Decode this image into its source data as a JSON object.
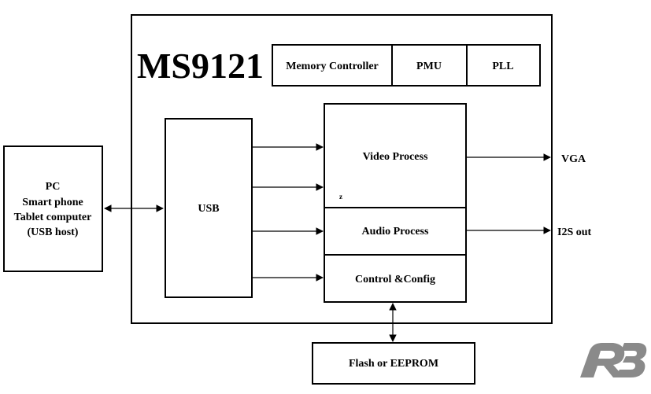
{
  "chip": {
    "title": "MS9121"
  },
  "top_blocks": {
    "memory_controller": "Memory Controller",
    "pmu": "PMU",
    "pll": "PLL"
  },
  "host": {
    "line1": "PC",
    "line2": "Smart phone",
    "line3": "Tablet computer",
    "line4": "(USB host)"
  },
  "usb": {
    "label": "USB"
  },
  "video": {
    "label": "Video Process",
    "marker": "z"
  },
  "audio": {
    "label": "Audio Process"
  },
  "control": {
    "label": "Control &Config"
  },
  "storage": {
    "label": "Flash or EEPROM"
  },
  "outputs": {
    "vga": "VGA",
    "i2s": "I2S out"
  },
  "logo": {
    "text": "RB",
    "color": "#8a8a8a"
  }
}
